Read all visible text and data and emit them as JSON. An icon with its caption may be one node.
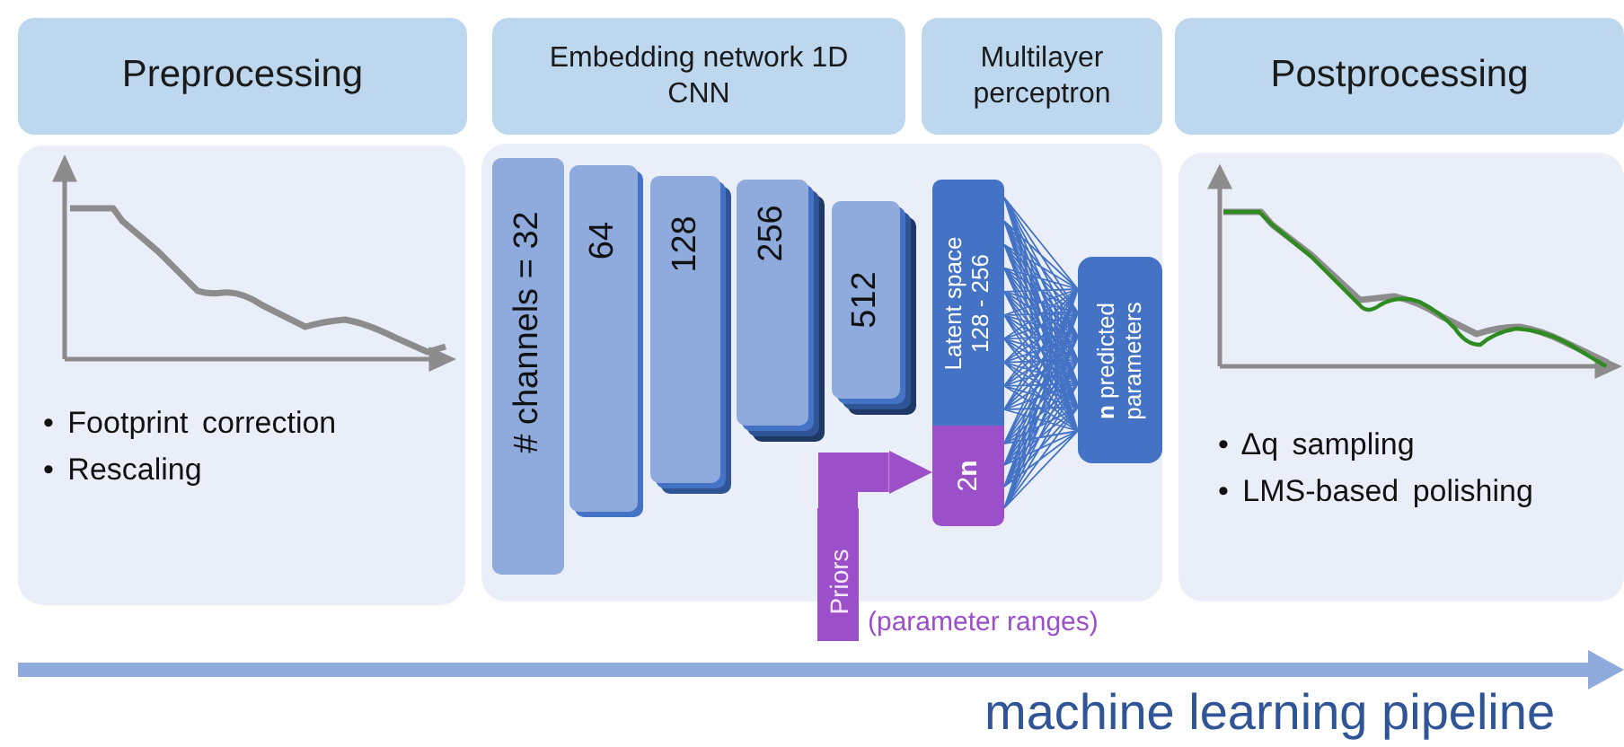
{
  "diagram": {
    "nodes": [
      {
        "text": [
          "Preprocessing"
        ]
      },
      {
        "text": [
          "• Footprint correction",
          "• Rescaling"
        ]
      },
      {
        "text": [
          "Embedding network 1D CNN"
        ]
      },
      {
        "text": [
          "Multilayer perceptron"
        ]
      },
      {
        "text": [],
        "shape": "box"
      },
      {
        "text": [
          "# channels = 32"
        ],
        "in": 4
      },
      {
        "text": [
          "64"
        ],
        "in": 4
      },
      {
        "text": [
          "128"
        ],
        "in": 4
      },
      {
        "text": [
          "256"
        ],
        "in": 4
      },
      {
        "text": [
          "512"
        ],
        "in": 4
      },
      {
        "text": [
          "Latent space 128 - 256"
        ],
        "in": 4
      },
      {
        "text": [
          "2**n**"
        ],
        "in": 4
      },
      {
        "text": [
          "**n** predicted parameters"
        ],
        "in": 4
      },
      {
        "text": [
          "Priors"
        ],
        "beside": [
          "(parameter ranges)"
        ]
      },
      {
        "text": [
          "Postprocessing"
        ]
      },
      {
        "text": [
          "• Δq sampling",
          "• LMS-based polishing"
        ]
      }
    ],
    "edges": [
      {
        "from": 10,
        "to": 12,
        "arrow": "none"
      },
      {
        "from": 11,
        "to": 12,
        "arrow": "none"
      },
      {
        "from": 13,
        "to": 11,
        "arrow": "to",
        "style": "thick",
        "color": "#9b4fc8"
      }
    ],
    "labels": [
      "machine learning pipeline"
    ]
  }
}
